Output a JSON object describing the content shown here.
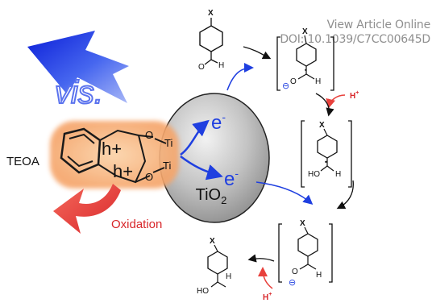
{
  "header": {
    "view_article": "View Article Online",
    "doi": "DOI: 10.1039/C7CC00645D"
  },
  "diagram": {
    "light_label": "vis.",
    "complex": {
      "hole_top": "h+",
      "hole_bottom": "h+",
      "o_top": "O",
      "o_bottom": "O",
      "ti_top": "Ti",
      "ti_bottom": "Ti"
    },
    "donor_label": "TEOA",
    "oxidation_label": "Oxidation",
    "catalyst": {
      "name": "TiO",
      "subscript": "2"
    },
    "electron_top": "e",
    "electron_bottom": "e",
    "electron_sign": "-",
    "proton_top": {
      "text": "H",
      "sign": "+"
    },
    "proton_bottom": {
      "text": "H",
      "sign": "+"
    },
    "reactant": {
      "substituent": "X",
      "h": "H",
      "o": "O"
    },
    "intermediate1": {
      "substituent": "X",
      "o": "O",
      "h": "H",
      "charge": "⊖",
      "dot": "•"
    },
    "intermediate2": {
      "substituent": "X",
      "ho": "HO",
      "h": "H",
      "dot": "•"
    },
    "intermediate3": {
      "substituent": "X",
      "o": "O",
      "h": "H",
      "charge": "⊖"
    },
    "product": {
      "substituent": "X",
      "ho": "HO",
      "h": "H"
    },
    "colors": {
      "orange_glow": "#f28a3c",
      "red_arrow": "#e8413c",
      "blue_arrow": "#1f3fe0",
      "light_blue": "#3b57e6",
      "tio2_grey": "#b4b4b4"
    }
  }
}
